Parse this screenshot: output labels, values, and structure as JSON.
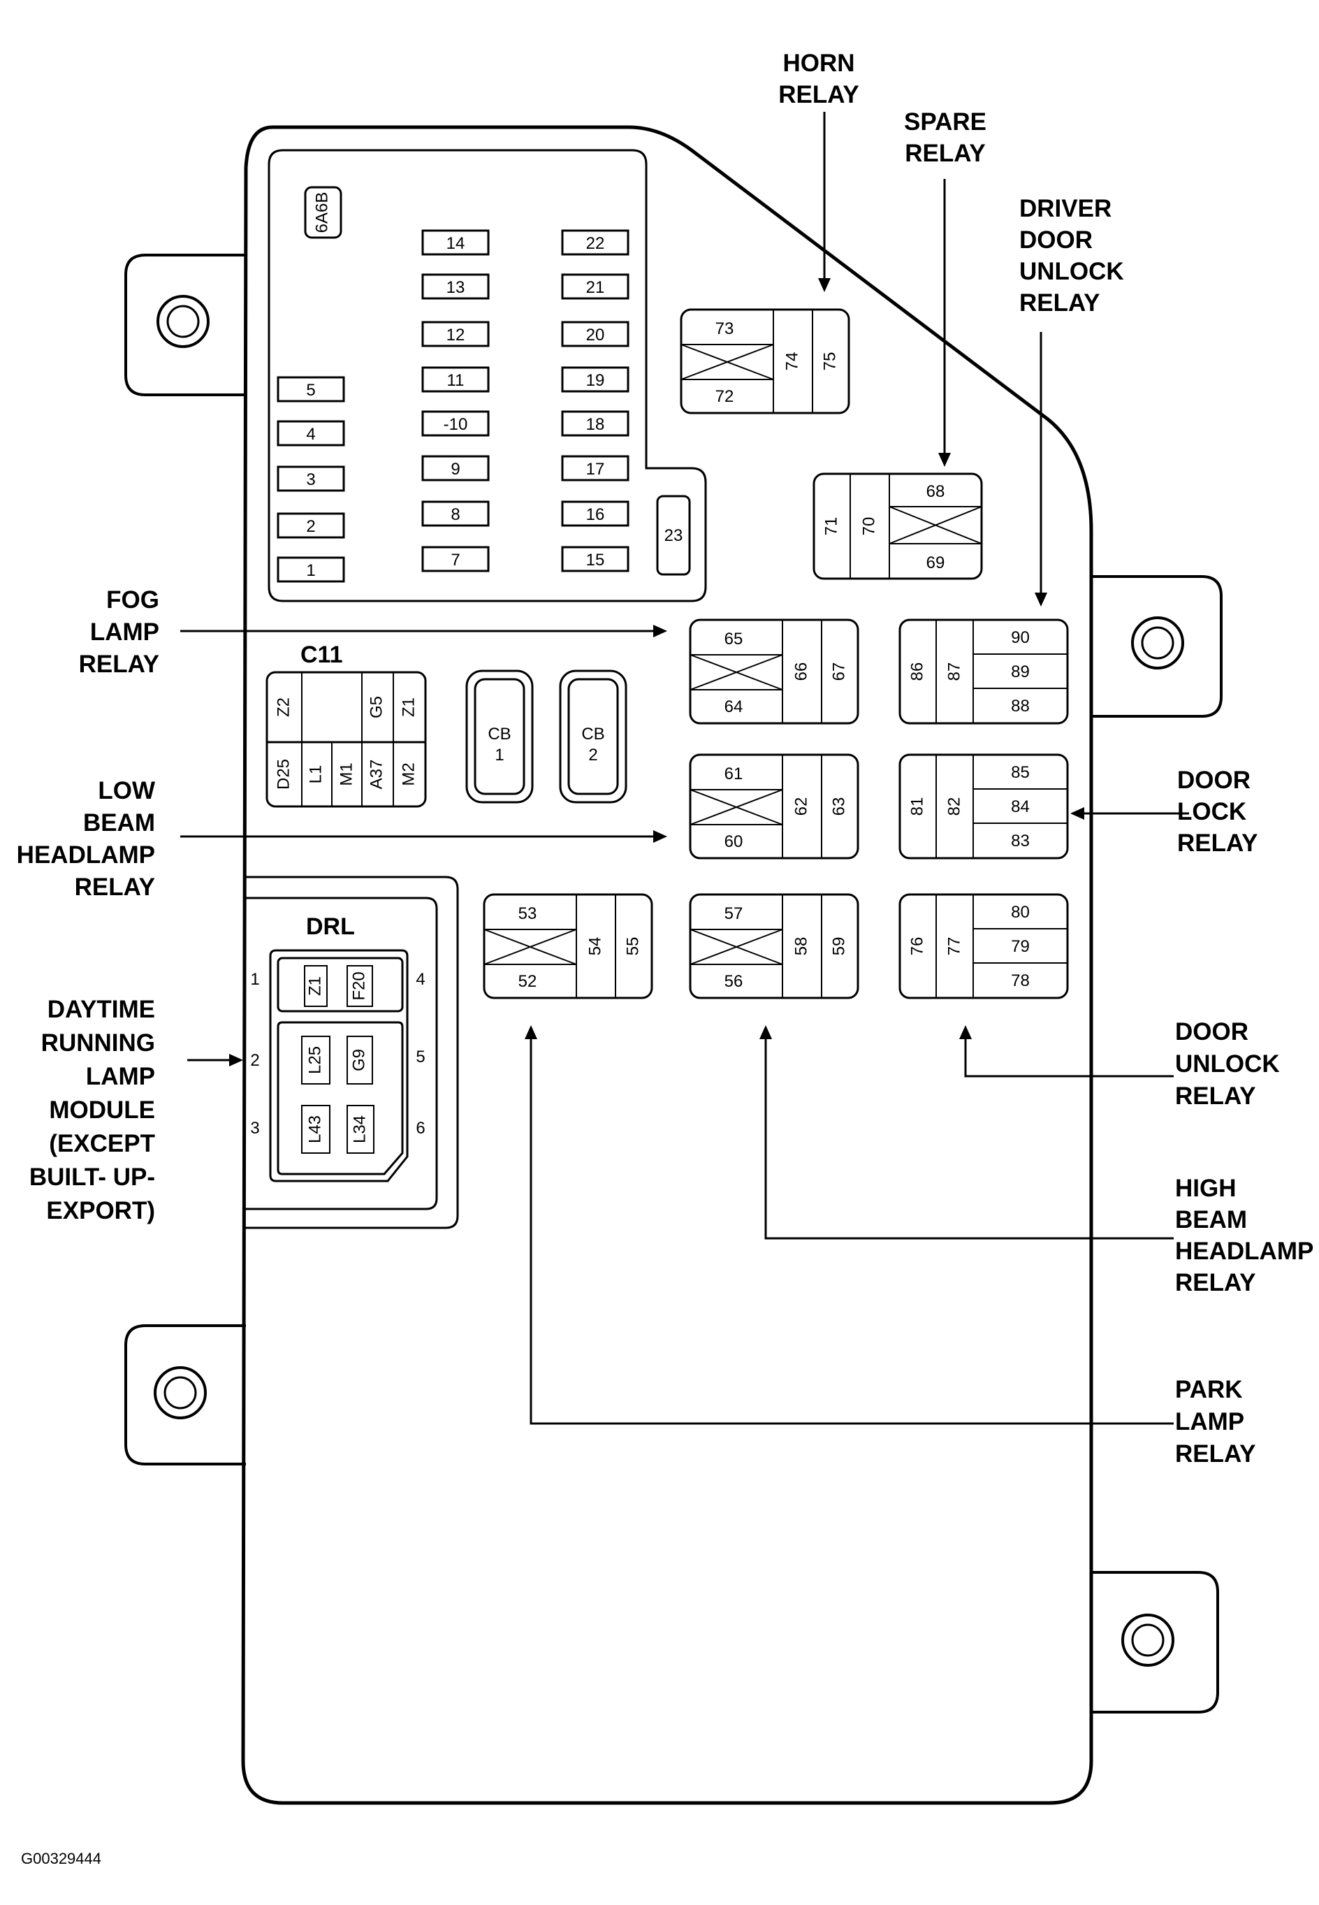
{
  "callouts": {
    "horn_relay": [
      "HORN",
      "RELAY"
    ],
    "spare_relay": [
      "SPARE",
      "RELAY"
    ],
    "driver_door_unlock_relay": [
      "DRIVER",
      "DOOR",
      "UNLOCK",
      "RELAY"
    ],
    "fog_lamp_relay": [
      "FOG",
      "LAMP",
      "RELAY"
    ],
    "low_beam_headlamp_relay": [
      "LOW",
      "BEAM",
      "HEADLAMP",
      "RELAY"
    ],
    "drl_module": [
      "DAYTIME",
      "RUNNING",
      "LAMP",
      "MODULE",
      "(EXCEPT",
      "BUILT- UP-",
      "EXPORT)"
    ],
    "door_lock_relay": [
      "DOOR",
      "LOCK",
      "RELAY"
    ],
    "door_unlock_relay": [
      "DOOR",
      "UNLOCK",
      "RELAY"
    ],
    "high_beam_headlamp_relay": [
      "HIGH",
      "BEAM",
      "HEADLAMP",
      "RELAY"
    ],
    "park_lamp_relay": [
      "PARK",
      "LAMP",
      "RELAY"
    ]
  },
  "fuse_panel": {
    "label_6a6b": "6A6B",
    "col1": [
      "5",
      "4",
      "3",
      "2",
      "1"
    ],
    "col2": [
      "14",
      "13",
      "12",
      "11",
      "-10",
      "9",
      "8",
      "7"
    ],
    "col3": [
      "22",
      "21",
      "20",
      "19",
      "18",
      "17",
      "16",
      "15"
    ],
    "fuse_23": "23"
  },
  "c11": {
    "title": "C11",
    "top": [
      "Z2",
      "G5",
      "Z1"
    ],
    "bottom": [
      "D25",
      "L1",
      "M1",
      "A37",
      "M2"
    ]
  },
  "circuit_breakers": {
    "cb1": [
      "CB",
      "1"
    ],
    "cb2": [
      "CB",
      "2"
    ]
  },
  "drl": {
    "title": "DRL",
    "pins_left": [
      "1",
      "2",
      "3"
    ],
    "pins_right": [
      "4",
      "5",
      "6"
    ],
    "cells": [
      "Z1",
      "F20",
      "L25",
      "G9",
      "L43",
      "L34"
    ]
  },
  "relays_a": [
    {
      "id": "horn",
      "top": "73",
      "bottom": "72",
      "v1": "74",
      "v2": "75"
    },
    {
      "id": "fog",
      "top": "65",
      "bottom": "64",
      "v1": "66",
      "v2": "67"
    },
    {
      "id": "low-beam",
      "top": "61",
      "bottom": "60",
      "v1": "62",
      "v2": "63"
    },
    {
      "id": "park",
      "top": "53",
      "bottom": "52",
      "v1": "54",
      "v2": "55"
    },
    {
      "id": "high-beam",
      "top": "57",
      "bottom": "56",
      "v1": "58",
      "v2": "59"
    }
  ],
  "relay_spare": {
    "v1": "71",
    "v2": "70",
    "top": "68",
    "bottom": "69"
  },
  "relays_b": [
    {
      "id": "driver-door-unlock",
      "v1": "86",
      "v2": "87",
      "rows": [
        "90",
        "89",
        "88"
      ]
    },
    {
      "id": "door-lock",
      "v1": "81",
      "v2": "82",
      "rows": [
        "85",
        "84",
        "83"
      ]
    },
    {
      "id": "door-unlock",
      "v1": "76",
      "v2": "77",
      "rows": [
        "80",
        "79",
        "78"
      ]
    }
  ],
  "figure_id": "G00329444"
}
